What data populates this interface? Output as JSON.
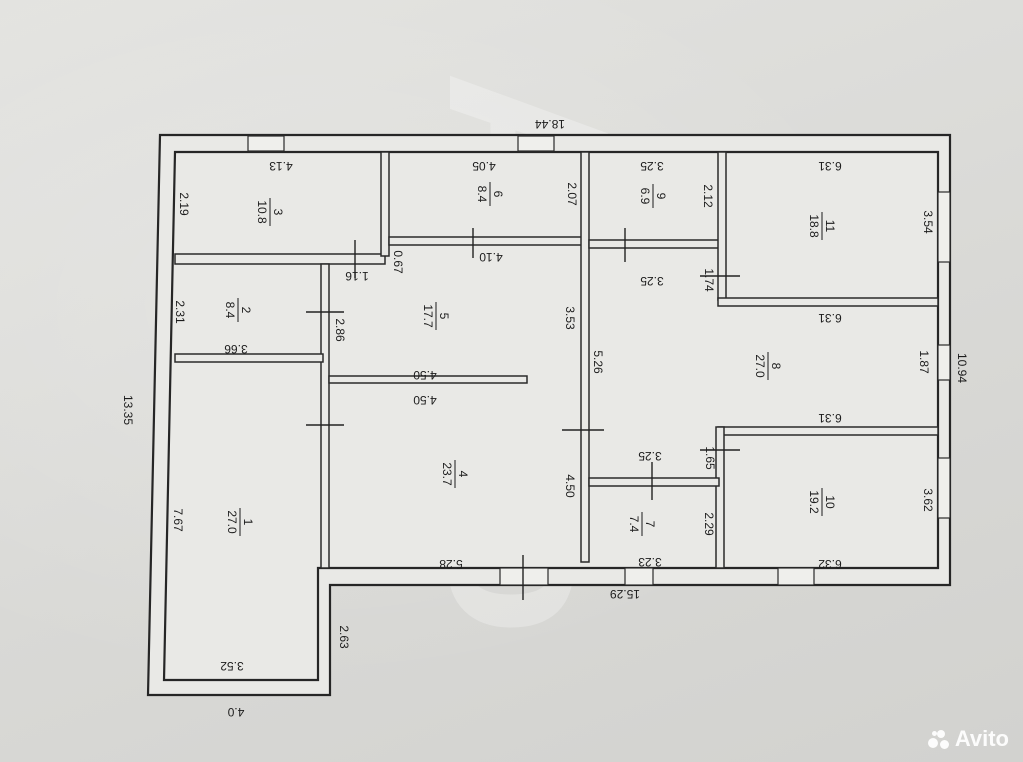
{
  "watermark": {
    "text": "Avito"
  },
  "dimensions": {
    "total_top": "18.44",
    "total_bottom": "15.29",
    "total_left": "13.35",
    "total_right": "10.94",
    "tail_bottom": "4.0",
    "tail_left": "2.63",
    "r1_width": "3.52",
    "r1_height": "7.67",
    "r2_width": "3.66",
    "r2_height": "2.31",
    "r3_width": "4.13",
    "r3_height": "2.19",
    "r3_step": "1.16",
    "r3_gap": "0.67",
    "r5_left": "2.86",
    "r5_right": "3.53",
    "r5_bottom": "4.50",
    "r4_top": "4.50",
    "r4_right": "4.50",
    "r4_bottom": "5.28",
    "r6_width": "4.05",
    "r6_height": "2.07",
    "r6_bottom": "4.10",
    "r8_left": "5.26",
    "r9_width": "3.25",
    "r9_height": "2.12",
    "r8_top_a": "3.25",
    "r8_top_b": "1.74",
    "r8_right_seg": "1.87",
    "r8_bottom_a": "3.25",
    "r8_bottom_b": "1.65",
    "r11_width": "6.31",
    "r11_height": "3.54",
    "r11_bottom": "6.31",
    "r10_top": "6.31",
    "r10_width": "6.32",
    "r10_height": "3.62",
    "r7_width": "3.23",
    "r7_height": "2.29"
  },
  "rooms": [
    {
      "id": "1",
      "number": "1",
      "area": "27.0"
    },
    {
      "id": "2",
      "number": "2",
      "area": "8.4"
    },
    {
      "id": "3",
      "number": "3",
      "area": "10.8"
    },
    {
      "id": "4",
      "number": "4",
      "area": "23.7"
    },
    {
      "id": "5",
      "number": "5",
      "area": "17.7"
    },
    {
      "id": "6",
      "number": "6",
      "area": "8.4"
    },
    {
      "id": "7",
      "number": "7",
      "area": "7.4"
    },
    {
      "id": "8",
      "number": "8",
      "area": "27.0"
    },
    {
      "id": "9",
      "number": "9",
      "area": "6.9"
    },
    {
      "id": "10",
      "number": "10",
      "area": "19.2"
    },
    {
      "id": "11",
      "number": "11",
      "area": "18.8"
    }
  ]
}
